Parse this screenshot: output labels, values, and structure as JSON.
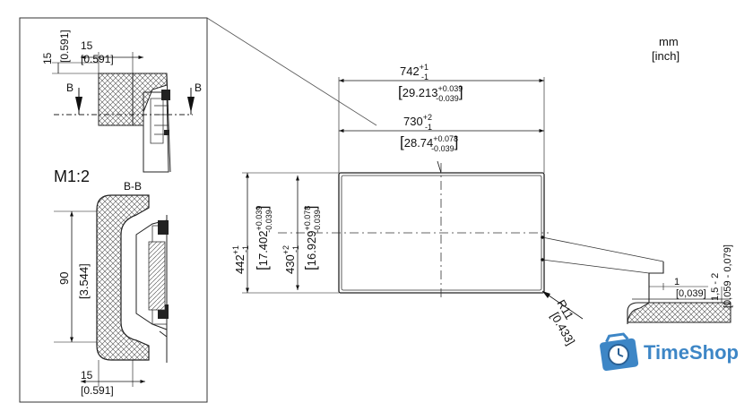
{
  "units": {
    "primary": "mm",
    "secondary": "[inch]"
  },
  "detail": {
    "scale": "M1:2",
    "section": "B-B",
    "section_mark": "B",
    "top_v_mm": "15",
    "top_v_in": "[0.591]",
    "top_h_mm": "15",
    "top_h_in": "[0.591]",
    "height_mm": "90",
    "height_in": "[3.544]",
    "bottom_h_mm": "15",
    "bottom_h_in": "[0.591]"
  },
  "main": {
    "outer_w_mm": "742",
    "outer_w_tol_up": "+1",
    "outer_w_tol_dn": "-1",
    "outer_w_in": "29.213",
    "outer_w_in_up": "+0.039",
    "outer_w_in_dn": "-0.039",
    "inner_w_mm": "730",
    "inner_w_tol_up": "+2",
    "inner_w_tol_dn": "-1",
    "inner_w_in": "28.74",
    "inner_w_in_up": "+0.078",
    "inner_w_in_dn": "-0.039",
    "outer_h_mm": "442",
    "outer_h_tol_up": "+1",
    "outer_h_tol_dn": "-1",
    "outer_h_in": "17.402",
    "outer_h_in_up": "+0.039",
    "outer_h_in_dn": "-0.039",
    "inner_h_mm": "430",
    "inner_h_tol_up": "+2",
    "inner_h_tol_dn": "-1",
    "inner_h_in": "16.929",
    "inner_h_in_up": "+0.078",
    "inner_h_in_dn": "-0.039",
    "radius_mm": "R11",
    "radius_in": "[0.433]",
    "gap_mm": "1",
    "gap_in": "[0,039]",
    "range_mm": "1,5 - 2",
    "range_in": "[0,059 - 0,079]"
  },
  "logo": {
    "text": "TimeShop",
    "color": "#3d86c6"
  }
}
